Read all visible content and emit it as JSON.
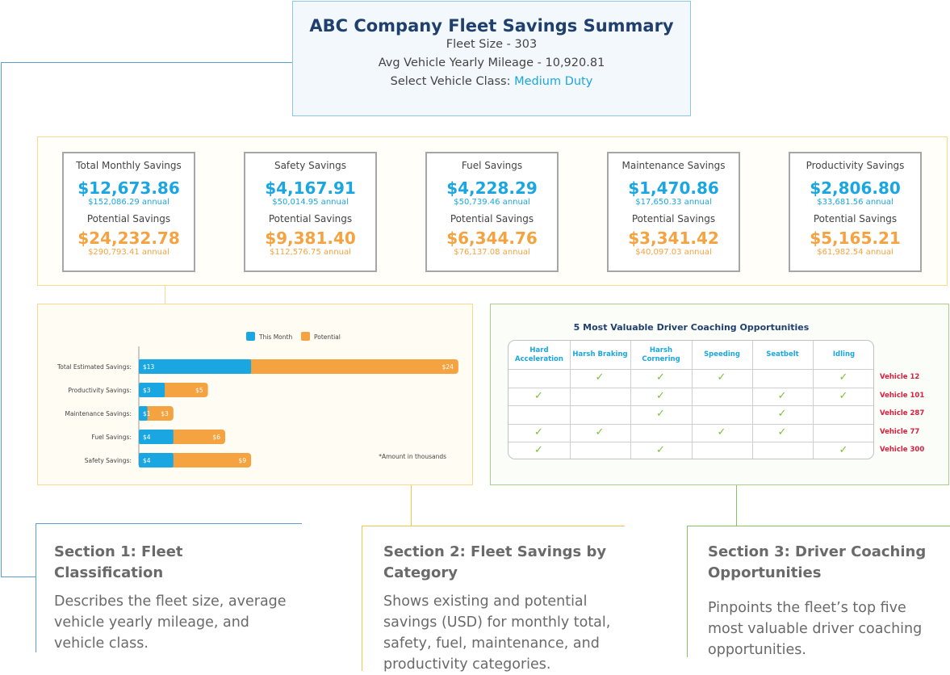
{
  "header": {
    "title": "ABC Company Fleet Savings Summary",
    "fleet_size": "Fleet Size - 303",
    "avg_mileage": "Avg Vehicle Yearly Mileage - 10,920.81",
    "class_label": "Select Vehicle Class:",
    "class_value": "Medium Duty"
  },
  "cards": [
    {
      "label": "Total Monthly Savings",
      "value": "$12,673.86",
      "annual": "$152,086.29 annual",
      "potential_label": "Potential Savings",
      "potential": "$24,232.78",
      "potential_annual": "$290,793.41 annual"
    },
    {
      "label": "Safety Savings",
      "value": "$4,167.91",
      "annual": "$50,014.95 annual",
      "potential_label": "Potential Savings",
      "potential": "$9,381.40",
      "potential_annual": "$112,576.75 annual"
    },
    {
      "label": "Fuel Savings",
      "value": "$4,228.29",
      "annual": "$50,739.46 annual",
      "potential_label": "Potential Savings",
      "potential": "$6,344.76",
      "potential_annual": "$76,137.08 annual"
    },
    {
      "label": "Maintenance Savings",
      "value": "$1,470.86",
      "annual": "$17,650.33 annual",
      "potential_label": "Potential Savings",
      "potential": "$3,341.42",
      "potential_annual": "$40,097.03 annual"
    },
    {
      "label": "Productivity Savings",
      "value": "$2,806.80",
      "annual": "$33,681.56 annual",
      "potential_label": "Potential Savings",
      "potential": "$5,165.21",
      "potential_annual": "$61,982.54 annual"
    }
  ],
  "chart_data": {
    "type": "bar",
    "orientation": "horizontal",
    "stacked": true,
    "categories": [
      "Total Estimated Savings:",
      "Productivity Savings:",
      "Maintenance Savings:",
      "Fuel Savings:",
      "Safety Savings:"
    ],
    "series": [
      {
        "name": "This Month",
        "color": "#1aa7e1",
        "values": [
          13,
          3,
          1,
          4,
          4
        ],
        "labels": [
          "$13",
          "$3",
          "$1",
          "$4",
          "$4"
        ]
      },
      {
        "name": "Potential",
        "color": "#f4a340",
        "values": [
          24,
          5,
          3,
          6,
          9
        ],
        "labels": [
          "$24",
          "$5",
          "$3",
          "$6",
          "$9"
        ]
      }
    ],
    "legend": "top",
    "note": "*Amount in thousands"
  },
  "coaching": {
    "title": "5 Most Valuable Driver Coaching Opportunities",
    "columns": [
      "Hard Acceleration",
      "Harsh Braking",
      "Harsh Cornering",
      "Speeding",
      "Seatbelt",
      "Idling"
    ],
    "rows": [
      {
        "vehicle": "Vehicle 12",
        "checks": [
          false,
          true,
          true,
          true,
          false,
          true
        ]
      },
      {
        "vehicle": "Vehicle 101",
        "checks": [
          true,
          false,
          true,
          false,
          true,
          true
        ]
      },
      {
        "vehicle": "Vehicle 287",
        "checks": [
          false,
          false,
          true,
          false,
          true,
          false
        ]
      },
      {
        "vehicle": "Vehicle 77",
        "checks": [
          true,
          true,
          false,
          true,
          true,
          false
        ]
      },
      {
        "vehicle": "Vehicle 300",
        "checks": [
          true,
          false,
          true,
          false,
          false,
          true
        ]
      }
    ],
    "check_symbol": "✓"
  },
  "sections": [
    {
      "title": "Section 1: Fleet Classification",
      "text": "Describes the fleet size, average vehicle yearly mileage, and vehicle class.",
      "color": "#5a9fd0"
    },
    {
      "title": "Section 2: Fleet Savings by Category",
      "text": "Shows existing and potential savings (USD) for monthly total, safety, fuel, maintenance, and productivity categories.",
      "color": "#efc64a"
    },
    {
      "title": "Section 3: Driver Coaching Opportunities",
      "text": "Pinpoints the fleet’s top five most valuable driver coaching opportunities.",
      "color": "#8cc062"
    }
  ]
}
